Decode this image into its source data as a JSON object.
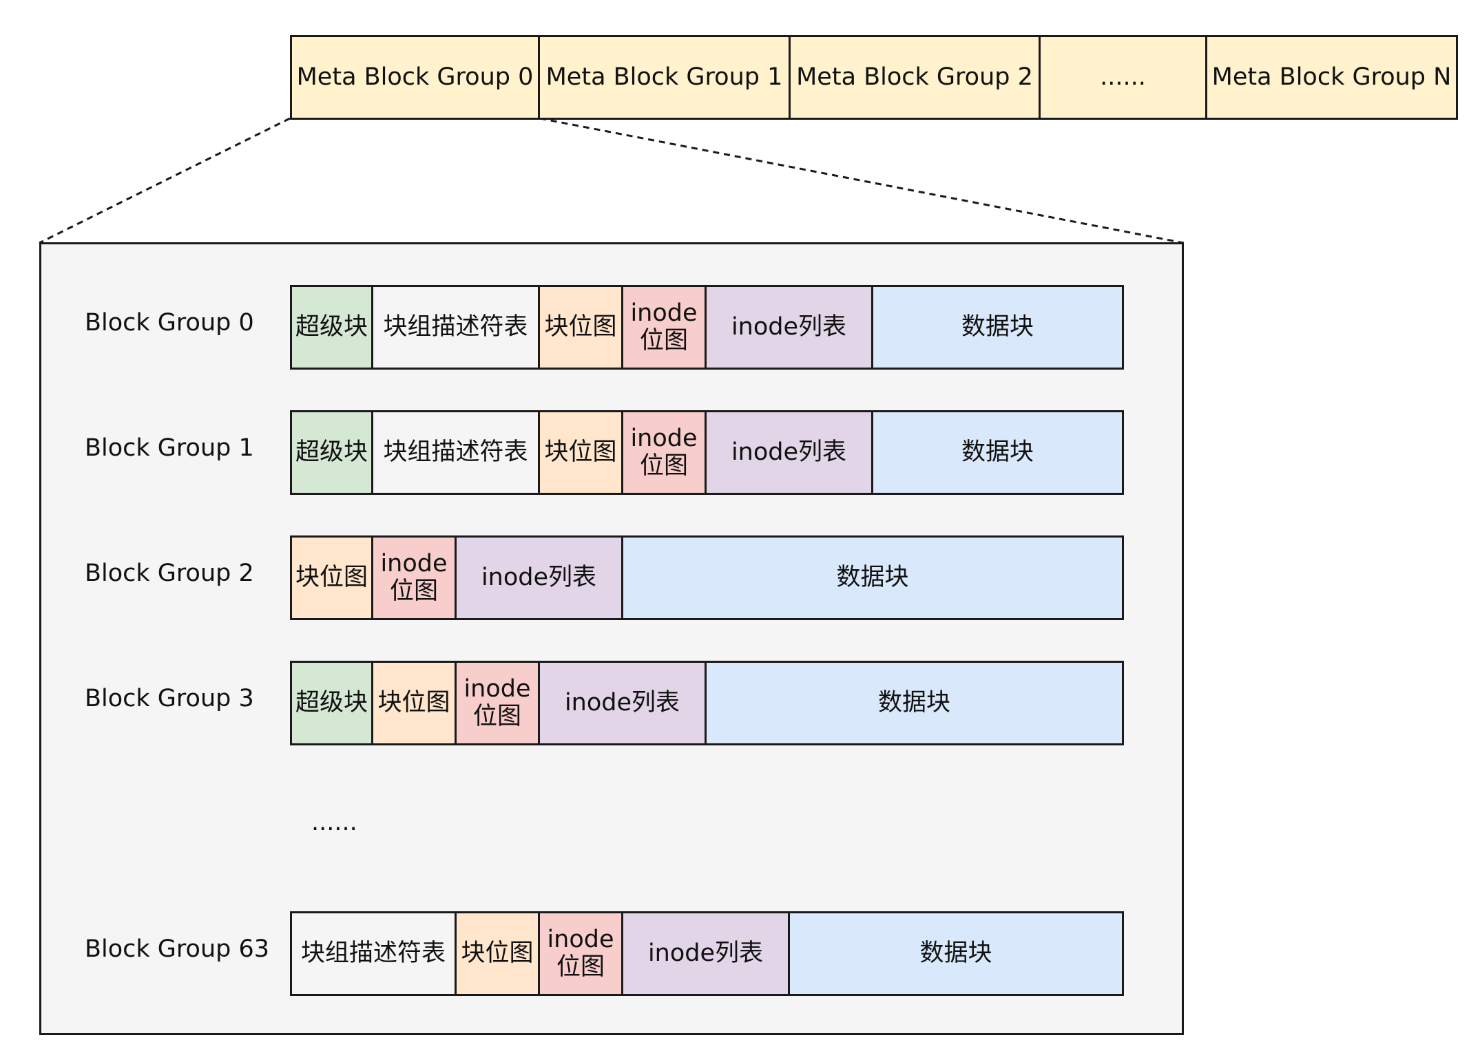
{
  "meta_groups": [
    "Meta Block Group 0",
    "Meta Block Group 1",
    "Meta Block Group 2",
    "......",
    "Meta Block Group N"
  ],
  "colors": {
    "meta": "#fff2cc",
    "superblock": "#d5e8d4",
    "descriptor": "#f5f5f5",
    "bitmap": "#ffe6cc",
    "inode_bitmap": "#f8cecc",
    "inode_table": "#e1d5e7",
    "data": "#dae8fc",
    "frame": "#f5f5f5"
  },
  "segment_labels": {
    "superblock": "超级块",
    "descriptor": "块组描述符表",
    "bitmap": "块位图",
    "inode_bitmap": "inode\n位图",
    "inode_table": "inode列表",
    "data": "数据块"
  },
  "block_groups": [
    {
      "label": "Block Group 0",
      "segments": [
        "superblock",
        "descriptor",
        "bitmap",
        "inode_bitmap",
        "inode_table",
        "data"
      ]
    },
    {
      "label": "Block Group 1",
      "segments": [
        "superblock",
        "descriptor",
        "bitmap",
        "inode_bitmap",
        "inode_table",
        "data"
      ]
    },
    {
      "label": "Block Group 2",
      "segments": [
        "bitmap",
        "inode_bitmap",
        "inode_table",
        "data"
      ]
    },
    {
      "label": "Block Group 3",
      "segments": [
        "superblock",
        "bitmap",
        "inode_bitmap",
        "inode_table",
        "data"
      ]
    },
    {
      "label": "Block Group 63",
      "segments": [
        "descriptor",
        "bitmap",
        "inode_bitmap",
        "inode_table",
        "data"
      ]
    }
  ],
  "ellipsis": "......"
}
